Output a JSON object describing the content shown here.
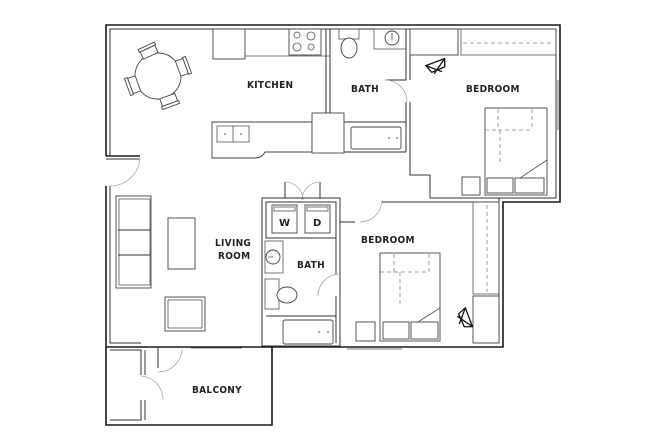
{
  "floor_plan": {
    "rooms": [
      {
        "id": "kitchen",
        "label": "KITCHEN"
      },
      {
        "id": "bath1",
        "label": "BATH"
      },
      {
        "id": "bedroom1",
        "label": "BEDROOM"
      },
      {
        "id": "living",
        "label_line1": "LIVING",
        "label_line2": "ROOM"
      },
      {
        "id": "bath2",
        "label": "BATH"
      },
      {
        "id": "bedroom2",
        "label": "BEDROOM"
      },
      {
        "id": "balcony",
        "label": "BALCONY"
      }
    ],
    "appliances": {
      "washer": "W",
      "dryer": "D"
    }
  }
}
